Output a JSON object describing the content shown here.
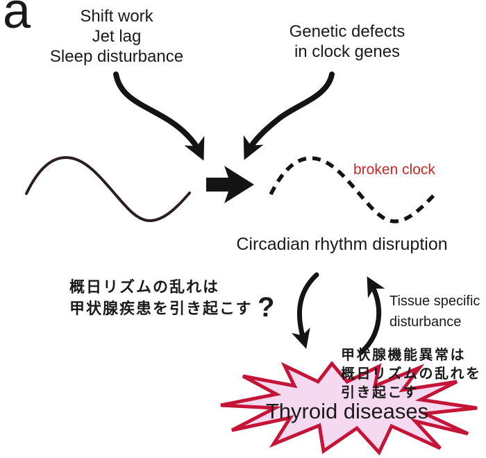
{
  "figure": {
    "panel_label": "a",
    "causes_external": "Shift work\nJet lag\nSleep disturbance",
    "causes_genetic": "Genetic defects\nin clock genes",
    "broken_clock_label": "broken clock",
    "disruption_label": "Circadian rhythm disruption",
    "hypothesis_jp": "概日リズムの乱れは\n甲状腺疾患を引き起こす",
    "hypothesis_question_mark": "?",
    "tissue_label": "Tissue specific\ndisturbance",
    "feedback_jp": "甲状腺機能異常は\n概日リズムの乱れを\n引き起こす",
    "thyroid_label": "Thyroid diseases"
  },
  "icons": {
    "normal_rhythm_wave": "solid sine wave",
    "disrupted_rhythm_wave": "dashed sine wave",
    "transform_arrow": "bold right arrow",
    "external_cause_arrow": "curved down arrow",
    "genetic_cause_arrow": "curved down arrow",
    "cycle_arrow_down": "curved cycle arrow",
    "cycle_arrow_up": "curved cycle arrow",
    "thyroid_burst": "starburst shape"
  },
  "colors": {
    "text": "#1a1a1a",
    "accent_red": "#c62828",
    "burst_stroke": "#c41437",
    "burst_fill": "#f5d9f0",
    "wave": "#2a1e1e",
    "arrow": "#141414"
  }
}
